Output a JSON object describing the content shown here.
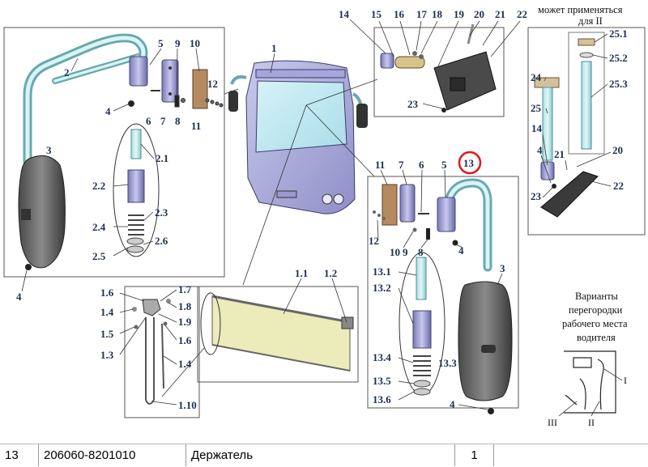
{
  "callouts": {
    "c1": "1",
    "c1_1": "1.1",
    "c1_2": "1.2",
    "c14": "14",
    "c15": "15",
    "c16": "16",
    "c17": "17",
    "c18": "18",
    "c19": "19",
    "c20": "20",
    "c21": "21",
    "c22": "22",
    "c23": "23",
    "c2": "2",
    "c5": "5",
    "c9": "9",
    "c10": "10",
    "c12": "12",
    "c4": "4",
    "c6": "6",
    "c7": "7",
    "c8": "8",
    "c11": "11",
    "c3": "3",
    "c2_1": "2.1",
    "c2_2": "2.2",
    "c2_3": "2.3",
    "c2_4": "2.4",
    "c2_6": "2.6",
    "c2_5": "2.5",
    "c24": "24",
    "c25": "25",
    "c25_1": "25.1",
    "c25_2": "25.2",
    "c25_3": "25.3",
    "r14": "14",
    "r4": "4",
    "r21": "21",
    "r20": "20",
    "r23": "23",
    "r22": "22",
    "m11": "11",
    "m7": "7",
    "m6": "6",
    "m5": "5",
    "m13": "13",
    "m12": "12",
    "m10": "10",
    "m9": "9",
    "m8": "8",
    "m4": "4",
    "m3": "3",
    "m13_1": "13.1",
    "m13_2": "13.2",
    "m13_3": "13.3",
    "m13_4": "13.4",
    "m13_5": "13.5",
    "m13_6": "13.6",
    "m4b": "4",
    "p1_6a": "1.6",
    "p1_7": "1.7",
    "p1_4a": "1.4",
    "p1_8": "1.8",
    "p1_5": "1.5",
    "p1_9": "1.9",
    "p1_6b": "1.6",
    "p1_3": "1.3",
    "p1_4b": "1.4",
    "p1_10": "1.10",
    "l4": "4"
  },
  "notes": {
    "applicability": "может применяться",
    "for_ii": "для II",
    "variants_line1": "Варианты",
    "variants_line2": "перегородки",
    "variants_line3": "рабочего места",
    "variants_line4": "водителя",
    "variant_i": "I",
    "variant_ii": "II",
    "variant_iii": "III"
  },
  "highlight_color": "#e0191f",
  "parts_row": {
    "pos": "13",
    "code": "206060-8201010",
    "name": "Держатель",
    "qty": "1"
  }
}
